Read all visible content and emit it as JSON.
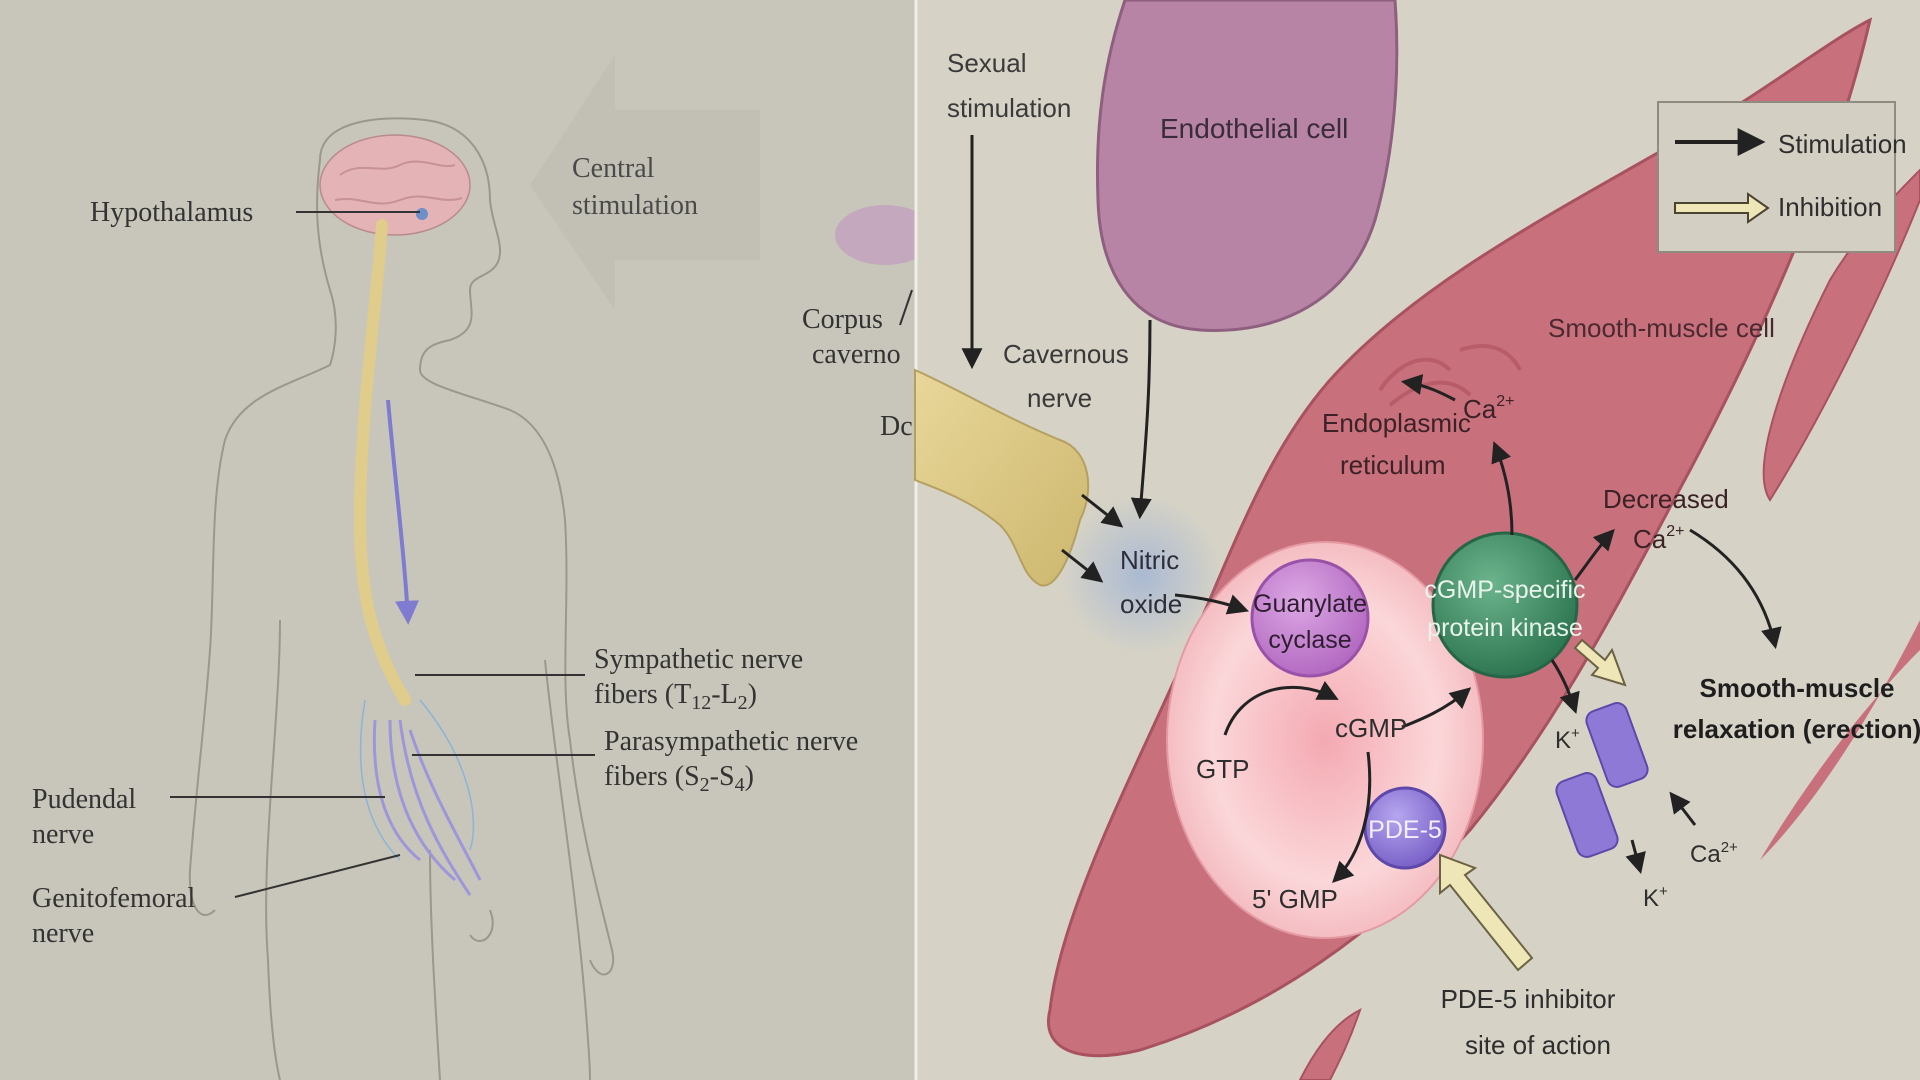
{
  "left_panel": {
    "central_stimulation": [
      "Central",
      "stimulation"
    ],
    "hypothalamus": "Hypothalamus",
    "sympathetic": {
      "line1": "Sympathetic nerve",
      "line2_prefix": "fibers (T",
      "sub1": "12",
      "dash": "-L",
      "sub2": "2",
      "close": ")"
    },
    "parasympathetic": {
      "line1": "Parasympathetic nerve",
      "line2_prefix": "fibers (S",
      "sub1": "2",
      "dash": "-S",
      "sub2": "4",
      "close": ")"
    },
    "pudendal": [
      "Pudendal",
      "nerve"
    ],
    "genitofemoral": [
      "Genitofemoral",
      "nerve"
    ],
    "corpus": [
      "Corpus",
      "caverno"
    ],
    "dc": "Dc"
  },
  "right_panel": {
    "sexual_stimulation": [
      "Sexual",
      "stimulation"
    ],
    "endothelial_cell": "Endothelial cell",
    "cavernous_nerve": [
      "Cavernous",
      "nerve"
    ],
    "smooth_muscle_cell": "Smooth-muscle cell",
    "endoplasmic": [
      "Endoplasmic",
      "reticulum"
    ],
    "ca_top": {
      "base": "Ca",
      "sup": "2+"
    },
    "decreased": "Decreased",
    "ca_decreased": {
      "base": "Ca",
      "sup": "2+"
    },
    "nitric_oxide": [
      "Nitric",
      "oxide"
    ],
    "guanylate": [
      "Guanylate",
      "cyclase"
    ],
    "gtp": "GTP",
    "cgmp": "cGMP",
    "kinase": [
      "cGMP-specific",
      "protein kinase"
    ],
    "pde5": "PDE-5",
    "five_gmp": "5' GMP",
    "k_top": {
      "base": "K",
      "sup": "+"
    },
    "k_bottom": {
      "base": "K",
      "sup": "+"
    },
    "ca_channel": {
      "base": "Ca",
      "sup": "2+"
    },
    "relaxation": [
      "Smooth-muscle",
      "relaxation (erection)"
    ],
    "inhibitor": [
      "PDE-5 inhibitor",
      "site of action"
    ]
  },
  "legend": {
    "stimulation": "Stimulation",
    "inhibition": "Inhibition"
  },
  "colors": {
    "left_bg": "#c8c6ba",
    "right_bg": "#d6d3c6",
    "smooth_muscle": "#c9707d",
    "endothelial": "#b784a6",
    "nucleus_pink": "#f7c9cc",
    "guanylate": "#c989d4",
    "kinase": "#4f9a72",
    "pde5": "#8e7ad6",
    "nerve_yellow": "#e1cf8e",
    "arrow_dark": "#222222"
  }
}
